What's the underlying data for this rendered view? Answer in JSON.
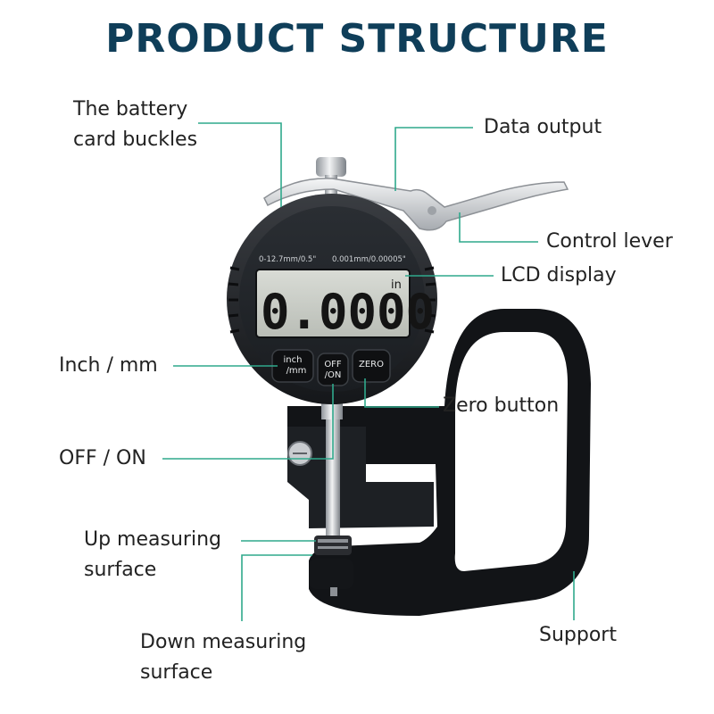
{
  "title": "PRODUCT STRUCTURE",
  "colors": {
    "title": "#0f3e59",
    "leader": "#2fa98c",
    "label": "#222222"
  },
  "labels": {
    "battery_card_buckles": [
      "The battery",
      "card buckles"
    ],
    "data_output": "Data output",
    "control_lever": "Control lever",
    "lcd_display": "LCD display",
    "inch_mm": "Inch / mm",
    "zero_button": "Zero button",
    "off_on": "OFF / ON",
    "up_measuring_surface": [
      "Up measuring",
      "surface"
    ],
    "down_measuring_surface": [
      "Down measuring",
      "surface"
    ],
    "support": "Support"
  },
  "gauge": {
    "range_text": "0-12.7mm/0.5\"",
    "resolution_text": "0.001mm/0.00005\"",
    "reading": "0.0000",
    "unit": "in",
    "btn_inch_mm": [
      "inch",
      "/mm"
    ],
    "btn_off_on": [
      "OFF",
      "/ON"
    ],
    "btn_zero": "ZERO"
  }
}
